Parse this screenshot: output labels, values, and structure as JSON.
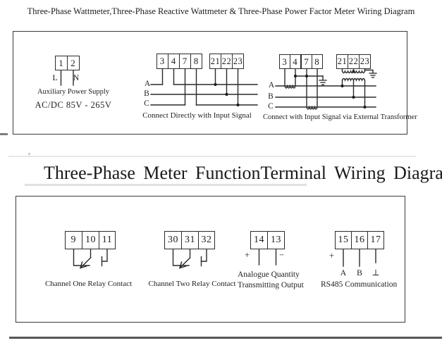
{
  "page": {
    "top_title": "Three-Phase Wattmeter,Three-Phase Reactive Wattmeter & Three-Phase Power Factor Meter Wiring Diagram",
    "section_title": "Three-Phase Meter FunctionTerminal Wiring Diagram"
  },
  "top_section": {
    "aux": {
      "terminals": [
        "1",
        "2"
      ],
      "line_label": "L",
      "neutral_label": "N",
      "caption1": "Auxiliary Power Supply",
      "caption2": "AC/DC  85V - 265V"
    },
    "direct": {
      "terminals_left": [
        "3",
        "4",
        "7",
        "8"
      ],
      "terminals_right": [
        "21",
        "22",
        "23"
      ],
      "phases": [
        "A",
        "B",
        "C"
      ],
      "caption": "Connect Directly with Input Signal"
    },
    "transformer": {
      "terminals_left": [
        "3",
        "4",
        "7",
        "8"
      ],
      "terminals_right": [
        "21",
        "22",
        "23"
      ],
      "phases": [
        "A",
        "B",
        "C"
      ],
      "caption": "Connect with Input Signal via External Transformer"
    }
  },
  "bottom_section": {
    "relay1": {
      "terminals": [
        "9",
        "10",
        "11"
      ],
      "caption": "Channel One Relay Contact"
    },
    "relay2": {
      "terminals": [
        "30",
        "31",
        "32"
      ],
      "caption": "Channel Two Relay Contact"
    },
    "analogue": {
      "terminals": [
        "14",
        "13"
      ],
      "plus": "+",
      "minus": "−",
      "caption_line1": "Analogue Quantity",
      "caption_line2": "Transmitting Output"
    },
    "rs485": {
      "terminals": [
        "15",
        "16",
        "17"
      ],
      "plus": "+",
      "wire_labels": [
        "A",
        "B",
        "⊥"
      ],
      "caption": "RS485 Communication"
    }
  },
  "colors": {
    "ink": "#2a2a2a",
    "frame": "#3a3a3a",
    "bottom_rule": "#565656"
  }
}
